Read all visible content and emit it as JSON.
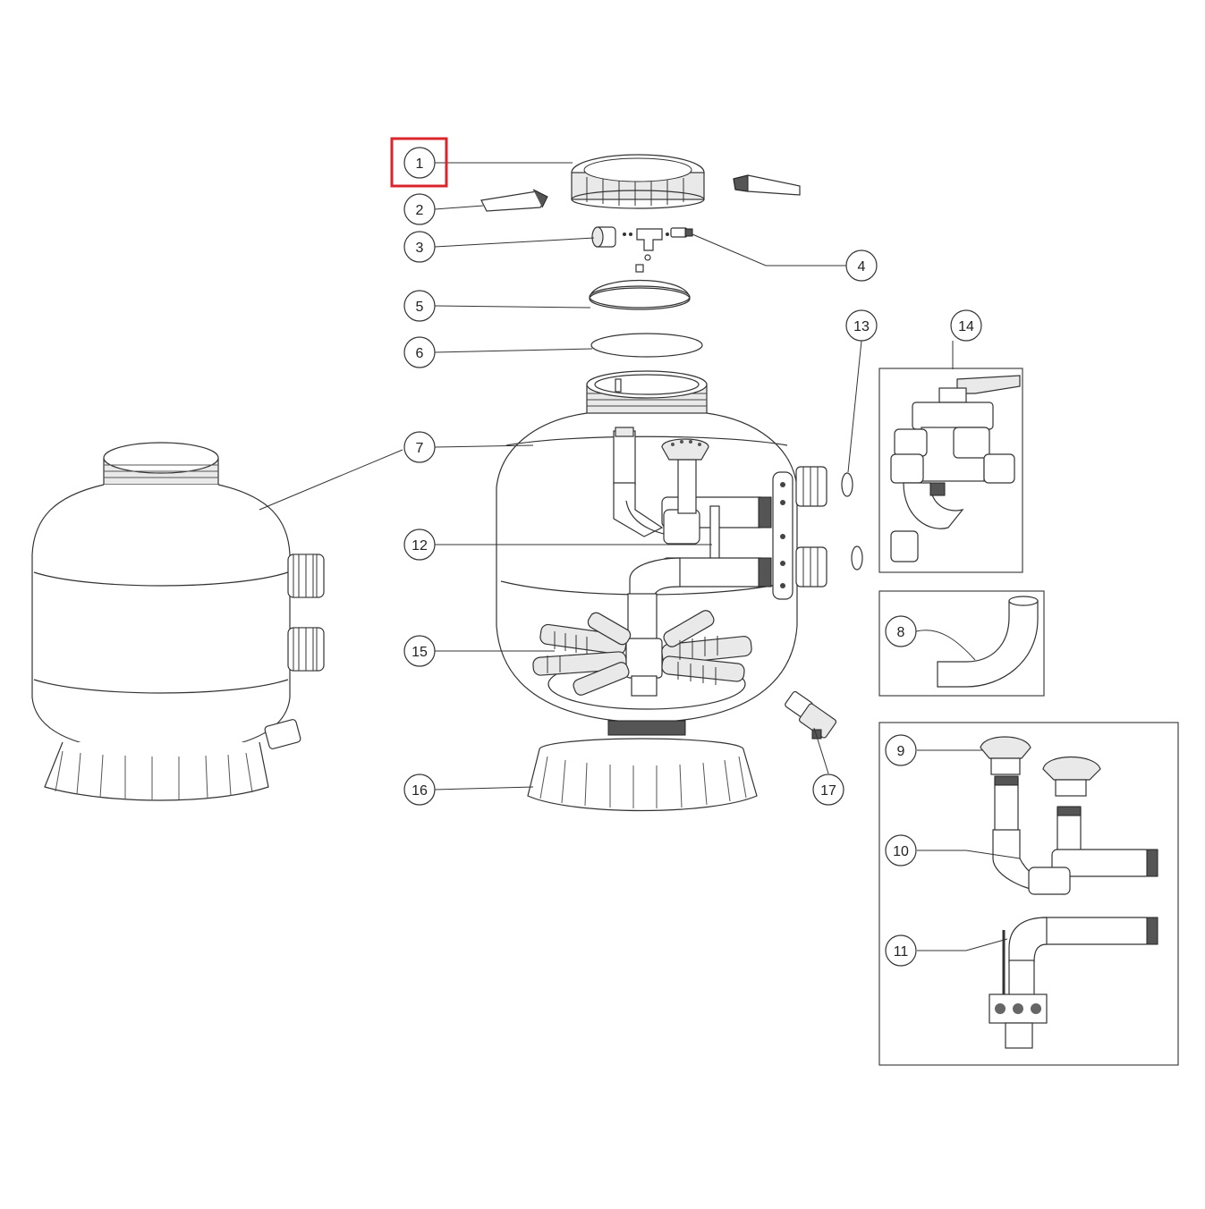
{
  "diagram": {
    "highlighted_callout": "1",
    "callouts": [
      {
        "id": "1",
        "label": "1"
      },
      {
        "id": "2",
        "label": "2"
      },
      {
        "id": "3",
        "label": "3"
      },
      {
        "id": "4",
        "label": "4"
      },
      {
        "id": "5",
        "label": "5"
      },
      {
        "id": "6",
        "label": "6"
      },
      {
        "id": "7",
        "label": "7"
      },
      {
        "id": "8",
        "label": "8"
      },
      {
        "id": "9",
        "label": "9"
      },
      {
        "id": "10",
        "label": "10"
      },
      {
        "id": "11",
        "label": "11"
      },
      {
        "id": "12",
        "label": "12"
      },
      {
        "id": "13",
        "label": "13"
      },
      {
        "id": "14",
        "label": "14"
      },
      {
        "id": "15",
        "label": "15"
      },
      {
        "id": "16",
        "label": "16"
      },
      {
        "id": "17",
        "label": "17"
      }
    ],
    "colors": {
      "line": "#333333",
      "highlight": "#d9252b",
      "background": "#ffffff"
    }
  }
}
